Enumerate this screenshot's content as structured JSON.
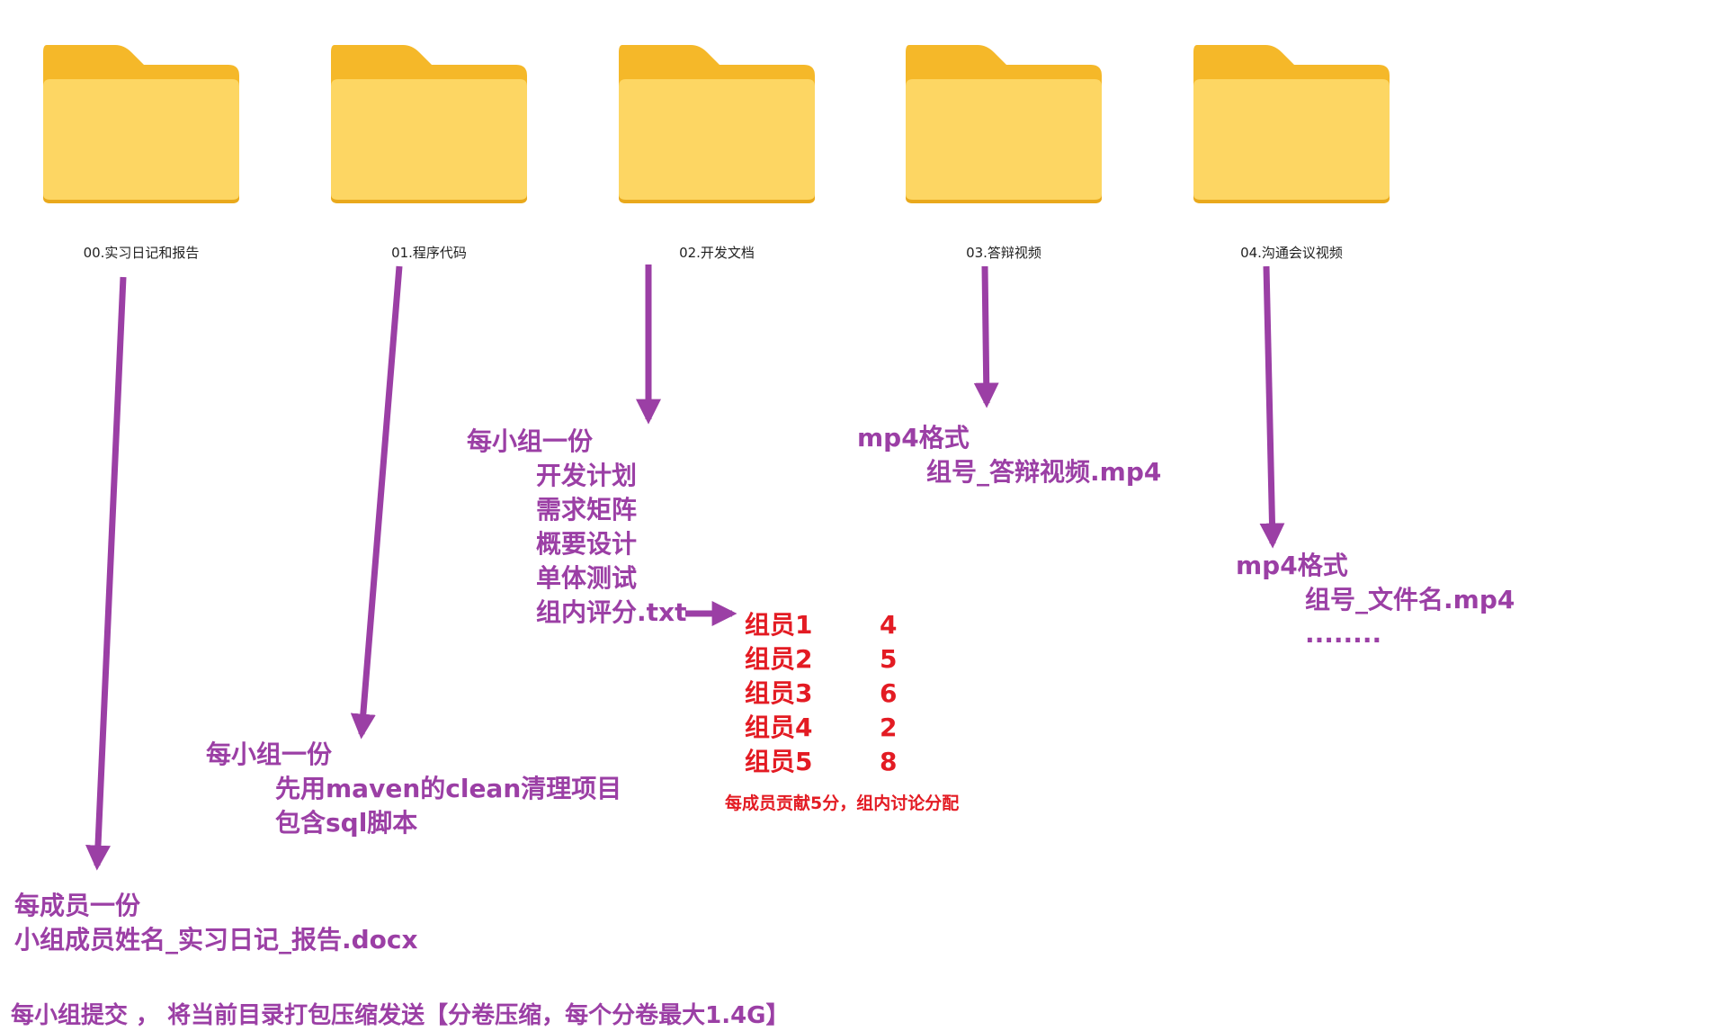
{
  "folders": [
    {
      "label": "00.实习日记和报告"
    },
    {
      "label": "01.程序代码"
    },
    {
      "label": "02.开发文档"
    },
    {
      "label": "03.答辩视频"
    },
    {
      "label": "04.沟通会议视频"
    }
  ],
  "colors": {
    "folder_back": "#f5b829",
    "folder_front": "#fdd663",
    "annotation": "#9b3fa5",
    "highlight": "#e31b23"
  },
  "notes": {
    "docs": {
      "title": "每小组一份",
      "items": [
        "开发计划",
        "需求矩阵",
        "概要设计",
        "单体测试",
        "组内评分.txt"
      ]
    },
    "video": {
      "title": "mp4格式",
      "item": "组号_答辩视频.mp4"
    },
    "meeting": {
      "title": "mp4格式",
      "item": "组号_文件名.mp4",
      "more": "........"
    },
    "code": {
      "title": "每小组一份",
      "items": [
        "先用maven的clean清理项目",
        "包含sql脚本"
      ]
    },
    "report": {
      "title": "每成员一份",
      "item": "小组成员姓名_实习日记_报告.docx"
    },
    "submit": {
      "text": "每小组提交 ，  将当前目录打包压缩发送【分卷压缩，每个分卷最大1.4G】"
    }
  },
  "scores": {
    "rows": [
      {
        "member": "组员1",
        "score": "4"
      },
      {
        "member": "组员2",
        "score": "5"
      },
      {
        "member": "组员3",
        "score": "6"
      },
      {
        "member": "组员4",
        "score": "2"
      },
      {
        "member": "组员5",
        "score": "8"
      }
    ],
    "note": "每成员贡献5分，组内讨论分配"
  }
}
